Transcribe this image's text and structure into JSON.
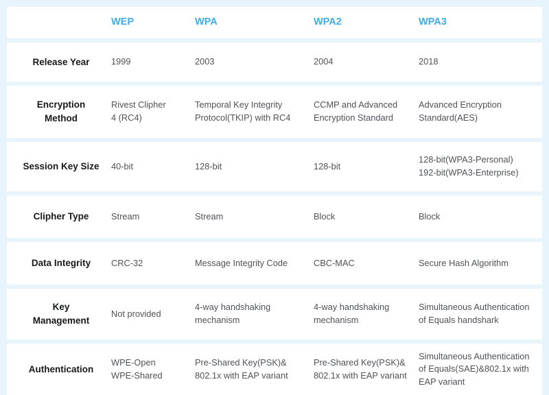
{
  "table": {
    "accent_color": "#3faee8",
    "background_color": "#e8f4fb",
    "row_color": "#ffffff",
    "label_color": "#16191c",
    "body_color": "#4e5257",
    "columns": [
      {
        "id": "row-label",
        "label": ""
      },
      {
        "id": "wep",
        "label": "WEP"
      },
      {
        "id": "wpa",
        "label": "WPA"
      },
      {
        "id": "wpa2",
        "label": "WPA2"
      },
      {
        "id": "wpa3",
        "label": "WPA3"
      }
    ],
    "rows": [
      {
        "label": "Release Year",
        "cells": [
          "1999",
          "2003",
          "2004",
          "2018"
        ]
      },
      {
        "label": "Encryption\nMethod",
        "cells": [
          "Rivest Clipher\n4 (RC4)",
          "Temporal Key Integrity\nProtocol(TKIP) with RC4",
          "CCMP and Advanced\nEncryption Standard",
          "Advanced Encryption\nStandard(AES)"
        ]
      },
      {
        "label": "Session Key Size",
        "cells": [
          "40-bit",
          "128-bit",
          "128-bit",
          "128-bit(WPA3-Personal)\n192-bit(WPA3-Enterprise)"
        ]
      },
      {
        "label": "Clipher Type",
        "cells": [
          "Stream",
          "Stream",
          "Block",
          "Block"
        ]
      },
      {
        "label": "Data Integrity",
        "cells": [
          "CRC-32",
          "Message Integrity Code",
          "CBC-MAC",
          "Secure Hash Algorithm"
        ]
      },
      {
        "label": "Key\nManagement",
        "cells": [
          "Not provided",
          "4-way handshaking\nmechanism",
          "4-way handshaking\nmechanism",
          "Simultaneous Authentication\nof Equals handshark"
        ]
      },
      {
        "label": "Authentication",
        "cells": [
          "WPE-Open\nWPE-Shared",
          "Pre-Shared Key(PSK)&\n802.1x with EAP variant",
          "Pre-Shared Key(PSK)&\n802.1x with EAP variant",
          "Simultaneous Authentication\nof Equals(SAE)&802.1x with\nEAP variant"
        ]
      }
    ]
  }
}
